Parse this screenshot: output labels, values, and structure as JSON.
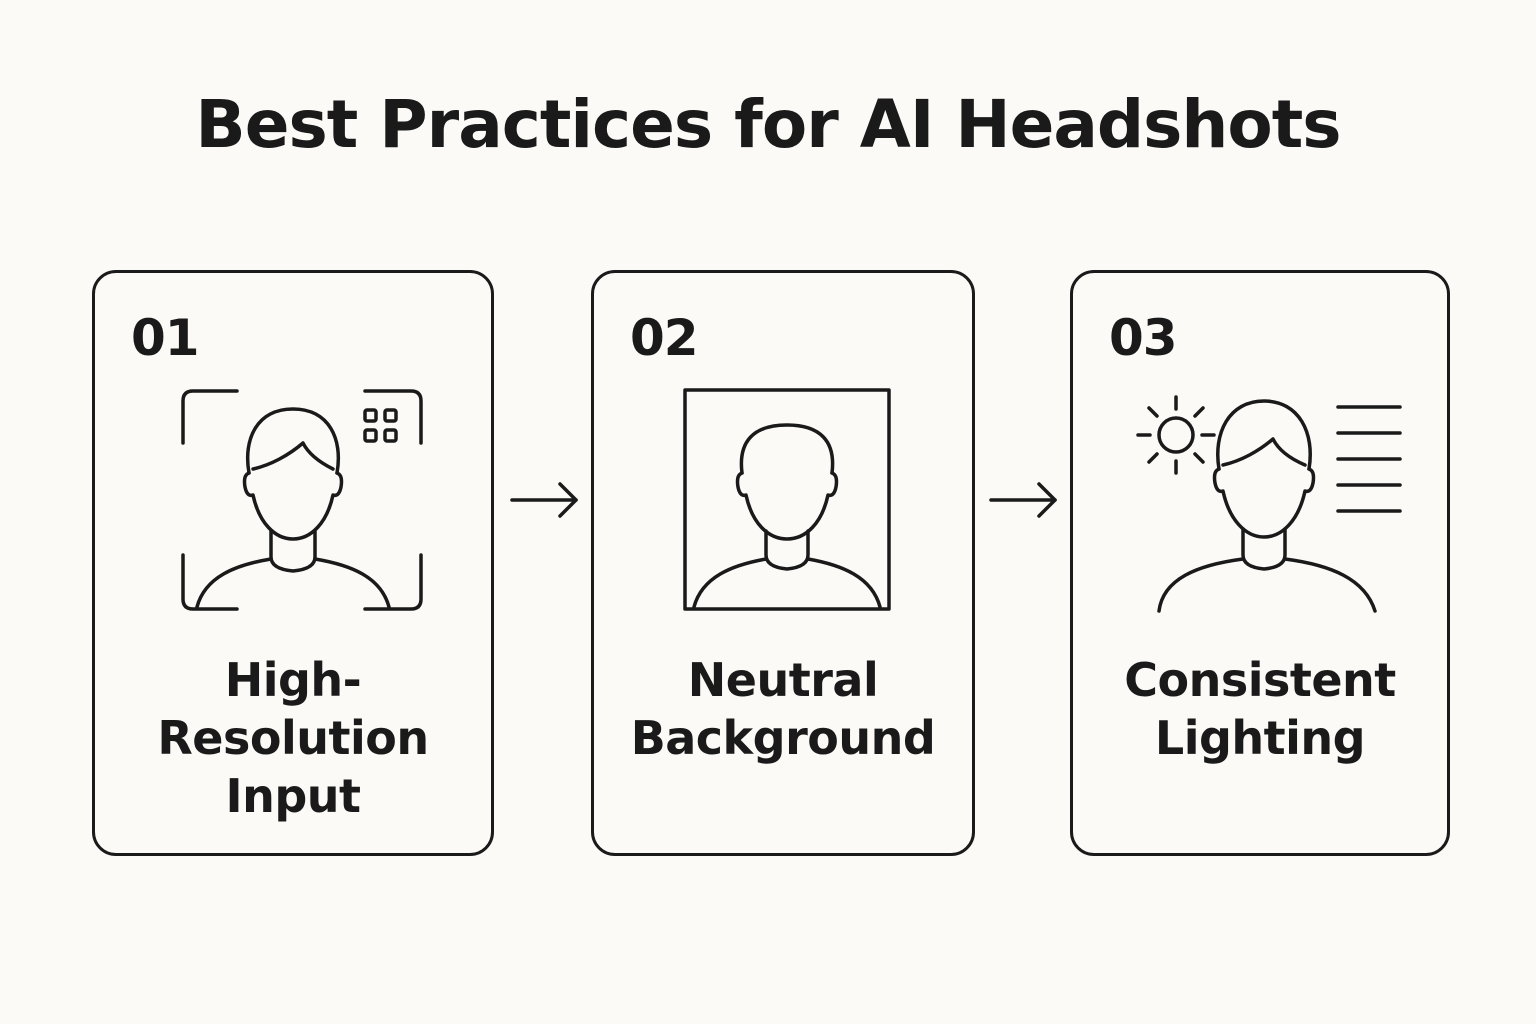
{
  "title": "Best Practices for AI Headshots",
  "steps": [
    {
      "number": "01",
      "label_lines": [
        "High-",
        "Resolution",
        "Input"
      ],
      "icon": "headshot-with-focus-frame-icon"
    },
    {
      "number": "02",
      "label_lines": [
        "Neutral",
        "Background"
      ],
      "icon": "headshot-in-frame-icon"
    },
    {
      "number": "03",
      "label_lines": [
        "Consistent",
        "Lighting"
      ],
      "icon": "headshot-with-sun-icon"
    }
  ],
  "connectors": [
    "arrow-right-icon",
    "arrow-right-icon"
  ],
  "colors": {
    "background": "#fbfaf7",
    "ink": "#1a1a1a"
  }
}
